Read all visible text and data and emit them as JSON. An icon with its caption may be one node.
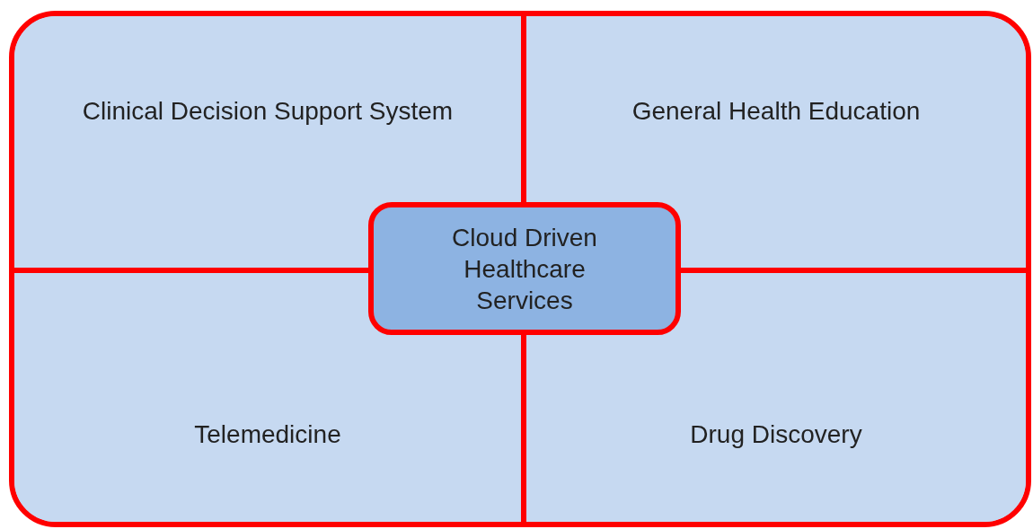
{
  "diagram": {
    "nodes": [
      {
        "text": [
          "Clinical Decision Support System"
        ]
      },
      {
        "text": [
          "General Health Education"
        ]
      },
      {
        "text": [
          "Telemedicine"
        ]
      },
      {
        "text": [
          "Drug Discovery"
        ]
      },
      {
        "text": [
          "Cloud Driven Healthcare Services"
        ]
      }
    ]
  }
}
